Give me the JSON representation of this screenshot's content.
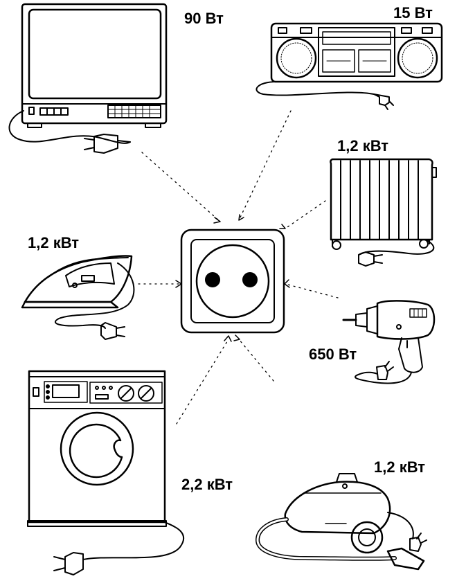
{
  "appliances": {
    "tv": {
      "power": "90 Вт"
    },
    "radio": {
      "power": "15 Вт"
    },
    "heater": {
      "power": "1,2 кВт"
    },
    "iron": {
      "power": "1,2 кВт"
    },
    "drill": {
      "power": "650 Вт"
    },
    "washer": {
      "power": "2,2 кВт"
    },
    "vacuum": {
      "power": "1,2 кВт"
    }
  },
  "colors": {
    "ink": "#000000",
    "paper": "#ffffff",
    "socket_hole": "#000000"
  },
  "icons": [
    "tv-icon",
    "boombox-icon",
    "oil-heater-icon",
    "iron-icon",
    "drill-icon",
    "washing-machine-icon",
    "vacuum-cleaner-icon",
    "power-socket-icon",
    "plug-icon"
  ]
}
